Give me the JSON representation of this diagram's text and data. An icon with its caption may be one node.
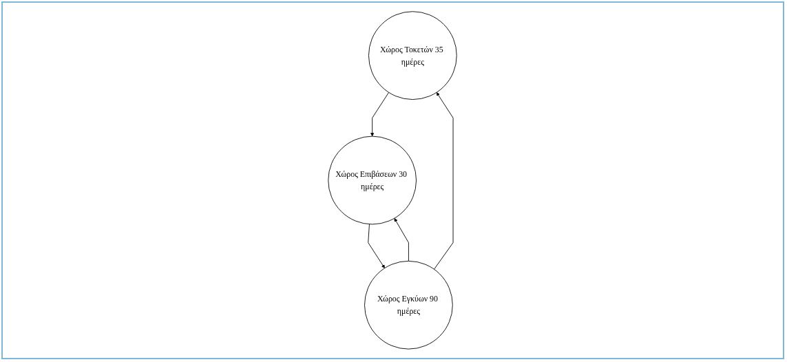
{
  "diagram": {
    "nodes": [
      {
        "text": [
          "Χώρος Τοκετών 35 ημέρες"
        ]
      },
      {
        "text": [
          "Χώρος Εγκύων 90 ημέρες"
        ]
      },
      {
        "text": [
          "Χώρος Επιβάσεων 30 ημέρες"
        ]
      }
    ],
    "edges": [
      {
        "from": 1,
        "to": 0,
        "arrow": "to"
      },
      {
        "from": 0,
        "to": 2,
        "arrow": "to"
      },
      {
        "from": 2,
        "to": 1,
        "arrow": "to"
      },
      {
        "from": 1,
        "to": 2,
        "arrow": "to"
      }
    ]
  }
}
